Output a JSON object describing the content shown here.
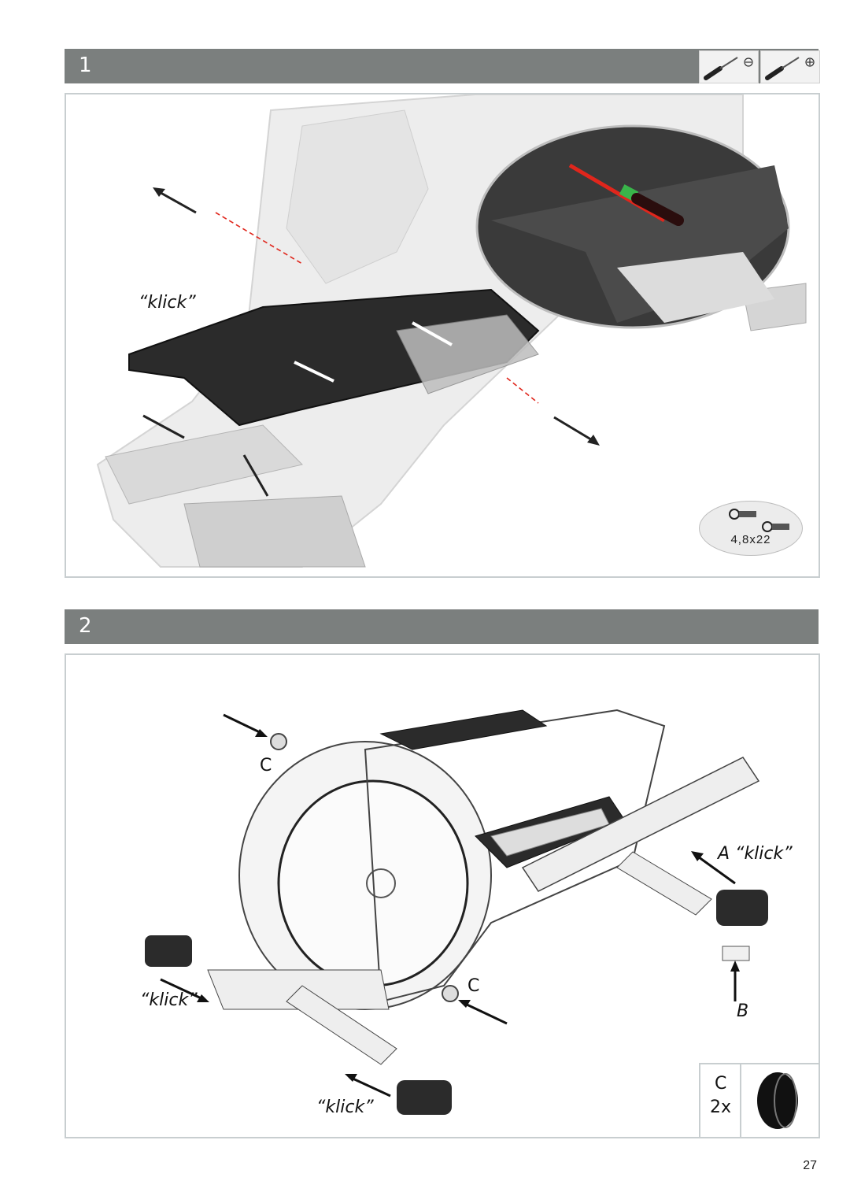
{
  "step1": {
    "number": "1",
    "klick": "“klick”",
    "screw_size": "4,8x22",
    "tools": [
      "screwdriver-flat-icon",
      "screwdriver-phillips-icon"
    ]
  },
  "step2": {
    "number": "2",
    "labels": {
      "c_top": "C",
      "c_bottom": "C",
      "a_klick": "A “klick”",
      "b": "B",
      "klick_left": "“klick”",
      "klick_bottom": "“klick”"
    },
    "legend": {
      "letter": "C",
      "qty": "2x"
    }
  },
  "page_number": "27",
  "colors": {
    "bar": "#7b7f7e",
    "frame": "#c8ced0",
    "accent_red": "#e0261c",
    "accent_green": "#39b54a"
  }
}
